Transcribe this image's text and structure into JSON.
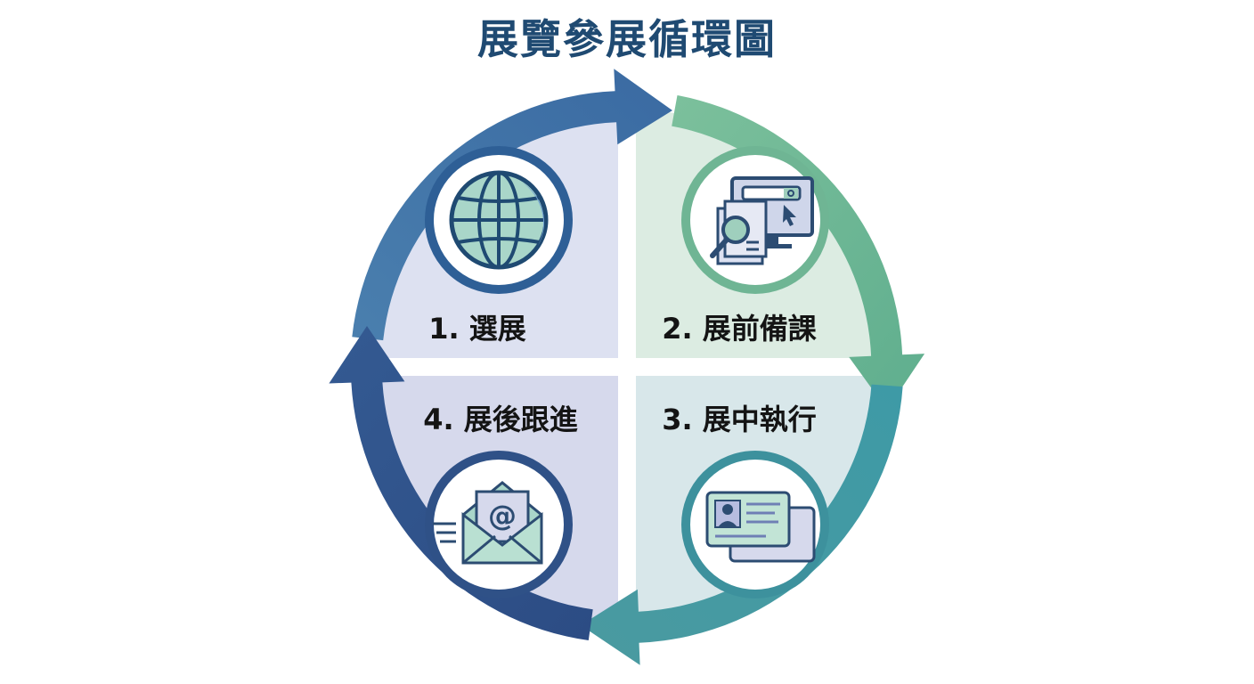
{
  "title": "展覽參展循環圖",
  "steps": [
    {
      "label": "1. 選展",
      "icon": "globe-icon"
    },
    {
      "label": "2. 展前備課",
      "icon": "research-documents-icon"
    },
    {
      "label": "3. 展中執行",
      "icon": "business-card-icon"
    },
    {
      "label": "4. 展後跟進",
      "icon": "email-envelope-icon"
    }
  ],
  "colors": {
    "title": "#1f4a72",
    "q1_fill": "#dde1f1",
    "q2_fill": "#dcece2",
    "q3_fill": "#d8e7ea",
    "q4_fill": "#d6d9ec",
    "arrow_top_left": "#3d6ea3",
    "arrow_top_right": "#6fb594",
    "arrow_bottom_right": "#3d919d",
    "arrow_bottom_left": "#2f5187"
  }
}
